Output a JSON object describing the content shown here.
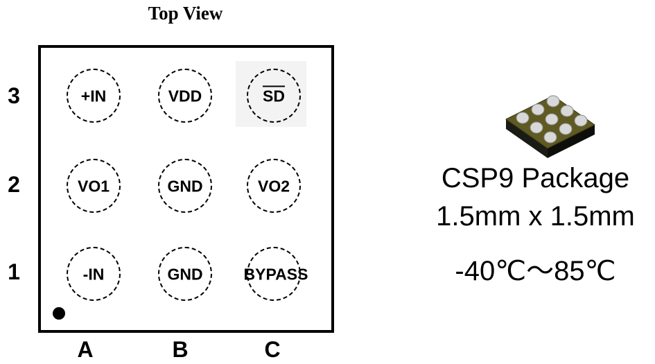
{
  "title": "Top View",
  "rows": [
    "3",
    "2",
    "1"
  ],
  "columns": [
    "A",
    "B",
    "C"
  ],
  "pins": {
    "A3": "+IN",
    "B3": "VDD",
    "C3": "SD",
    "A2": "VO1",
    "B2": "GND",
    "C2": "VO2",
    "A1": "-IN",
    "B1": "GND",
    "C1": "BYPASS"
  },
  "package": {
    "name": "CSP9 Package",
    "size": "1.5mm x 1.5mm",
    "temperature": "-40℃～85℃"
  },
  "colors": {
    "chip_body": "#1b1b16",
    "chip_top": "#5f5a22",
    "ball": "#d8d8d8"
  }
}
